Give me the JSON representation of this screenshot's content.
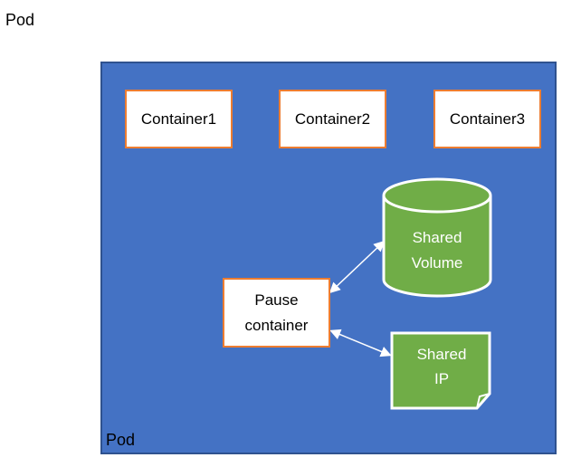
{
  "outer_label": "Pod",
  "pod": {
    "label": "Pod",
    "containers": [
      "Container1",
      "Container2",
      "Container3"
    ],
    "pause": {
      "line1": "Pause",
      "line2": "container"
    },
    "volume": {
      "line1": "Shared",
      "line2": "Volume"
    },
    "ip": {
      "line1": "Shared",
      "line2": "IP"
    }
  },
  "colors": {
    "pod_fill": "#4472c4",
    "container_border": "#ed7d31",
    "shared_fill": "#70ad47"
  }
}
